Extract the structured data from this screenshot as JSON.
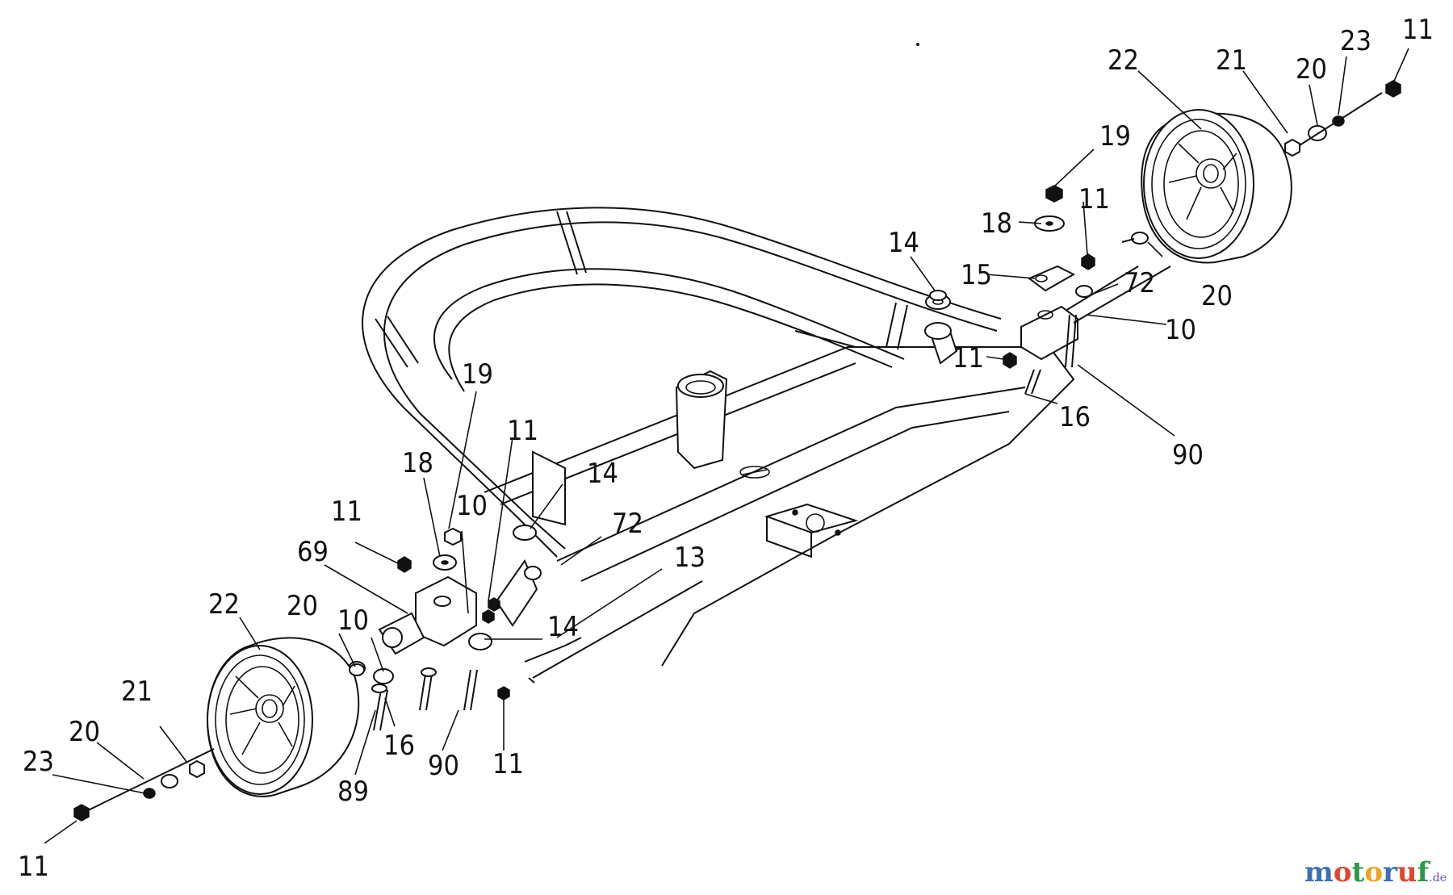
{
  "callouts": [
    {
      "id": "c-11-top-right",
      "label": "11"
    },
    {
      "id": "c-23-top-right",
      "label": "23"
    },
    {
      "id": "c-20-top-right",
      "label": "20"
    },
    {
      "id": "c-21-top-right",
      "label": "21"
    },
    {
      "id": "c-22-top-right",
      "label": "22"
    },
    {
      "id": "c-19-right",
      "label": "19"
    },
    {
      "id": "c-18-right",
      "label": "18"
    },
    {
      "id": "c-11-right-upper",
      "label": "11"
    },
    {
      "id": "c-14-right",
      "label": "14"
    },
    {
      "id": "c-15-right",
      "label": "15"
    },
    {
      "id": "c-72-right",
      "label": "72"
    },
    {
      "id": "c-20-right",
      "label": "20"
    },
    {
      "id": "c-10-right",
      "label": "10"
    },
    {
      "id": "c-11-right-lower",
      "label": "11"
    },
    {
      "id": "c-16-right",
      "label": "16"
    },
    {
      "id": "c-90-right",
      "label": "90"
    },
    {
      "id": "c-19-left",
      "label": "19"
    },
    {
      "id": "c-11-left-mid",
      "label": "11"
    },
    {
      "id": "c-18-left",
      "label": "18"
    },
    {
      "id": "c-14-left-upper",
      "label": "14"
    },
    {
      "id": "c-10-left-upper",
      "label": "10"
    },
    {
      "id": "c-11-left-upper",
      "label": "11"
    },
    {
      "id": "c-69-left",
      "label": "69"
    },
    {
      "id": "c-72-left",
      "label": "72"
    },
    {
      "id": "c-13-left",
      "label": "13"
    },
    {
      "id": "c-22-left",
      "label": "22"
    },
    {
      "id": "c-20-left",
      "label": "20"
    },
    {
      "id": "c-10-left-lower",
      "label": "10"
    },
    {
      "id": "c-14-left-lower",
      "label": "14"
    },
    {
      "id": "c-21-left",
      "label": "21"
    },
    {
      "id": "c-20-left-lower",
      "label": "20"
    },
    {
      "id": "c-23-left",
      "label": "23"
    },
    {
      "id": "c-16-left",
      "label": "16"
    },
    {
      "id": "c-89-left",
      "label": "89"
    },
    {
      "id": "c-90-left",
      "label": "90"
    },
    {
      "id": "c-11-left-bottom",
      "label": "11"
    },
    {
      "id": "c-11-far-left",
      "label": "11"
    }
  ],
  "watermark": {
    "text": "motoruf",
    "suffix": ".de",
    "letter_colors": [
      "#3d6fb6",
      "#e0452e",
      "#2c9a4a",
      "#f0a21e",
      "#3d6fb6",
      "#e0452e",
      "#2c9a4a"
    ]
  }
}
